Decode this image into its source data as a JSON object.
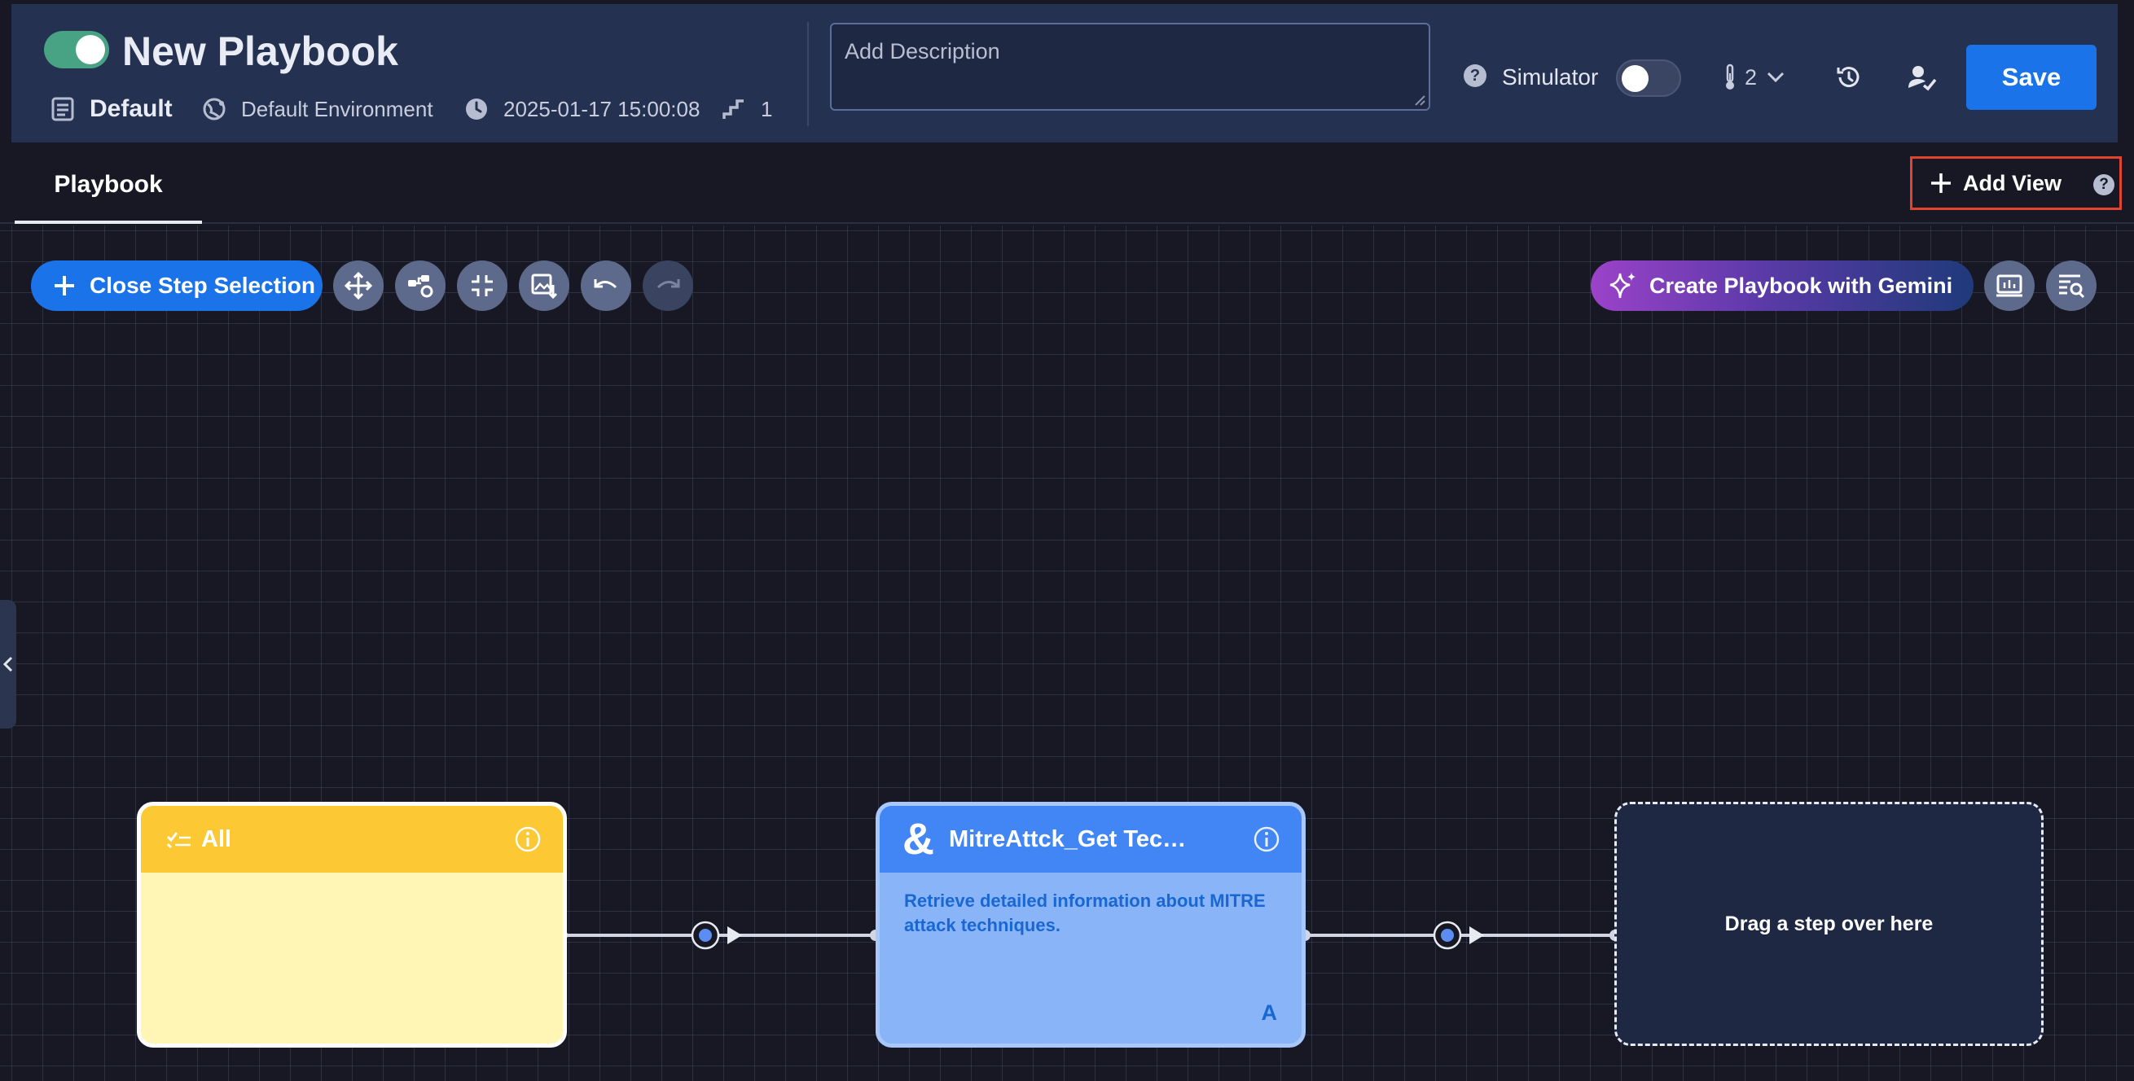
{
  "header": {
    "playbook_title": "New Playbook",
    "enabled": true,
    "folder": "Default",
    "environment": "Default Environment",
    "modified": "2025-01-17 15:00:08",
    "priority_count": "1",
    "description_placeholder": "Add Description",
    "simulator_label": "Simulator",
    "simulator_on": false,
    "version": "2",
    "save_label": "Save"
  },
  "tabs": {
    "active": "Playbook",
    "add_view_label": "Add View"
  },
  "toolbar": {
    "close_step_label": "Close Step Selection",
    "gemini_label": "Create Playbook with Gemini",
    "tools": [
      "move-icon",
      "auto-arrange-icon",
      "fit-to-screen-icon",
      "export-image-icon",
      "undo-icon",
      "redo-icon"
    ]
  },
  "nodes": {
    "trigger": {
      "title": "All",
      "color": "#fcc934"
    },
    "action": {
      "title": "MitreAttck_Get Tec…",
      "description": "Retrieve detailed information about MITRE attack techniques.",
      "badge": "A",
      "color": "#4285f4"
    },
    "placeholder": {
      "label": "Drag a step over here"
    }
  },
  "colors": {
    "header_bg": "#253150",
    "canvas_bg": "#171824",
    "primary": "#1a73e8",
    "toggle_on": "#48a384",
    "highlight": "#e0442f"
  }
}
